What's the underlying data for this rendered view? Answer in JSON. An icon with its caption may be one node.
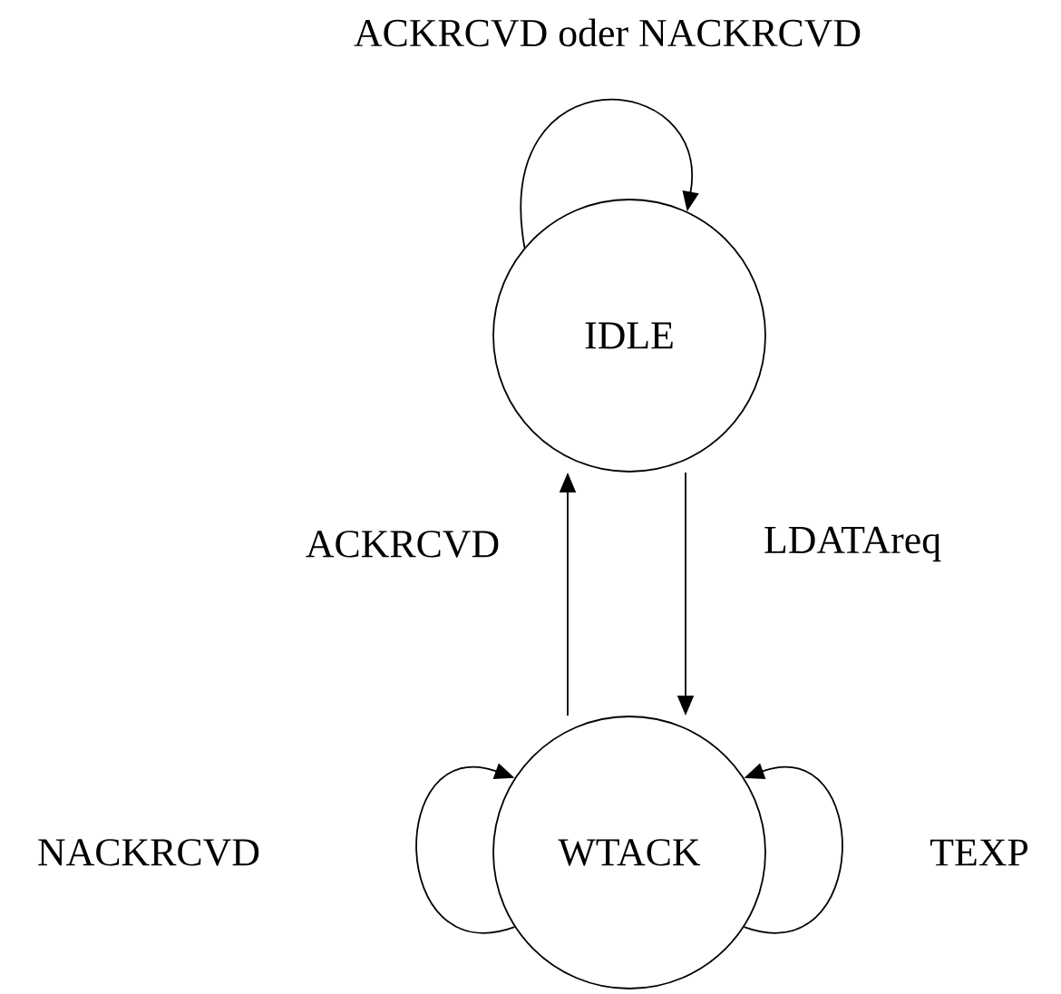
{
  "diagram": {
    "nodes": [
      {
        "text": [
          "IDLE"
        ]
      },
      {
        "text": [
          "WTACK"
        ]
      }
    ],
    "edges": [
      {
        "from": 0,
        "to": 0,
        "arrow": "to",
        "label": "ACKRCVD oder NACKRCVD"
      },
      {
        "from": 0,
        "to": 1,
        "arrow": "to",
        "label": "LDATAreq"
      },
      {
        "from": 1,
        "to": 0,
        "arrow": "to",
        "label": "ACKRCVD"
      },
      {
        "from": 1,
        "to": 1,
        "arrow": "to",
        "label": "NACKRCVD"
      },
      {
        "from": 1,
        "to": 1,
        "arrow": "to",
        "label": "TEXP"
      }
    ]
  }
}
